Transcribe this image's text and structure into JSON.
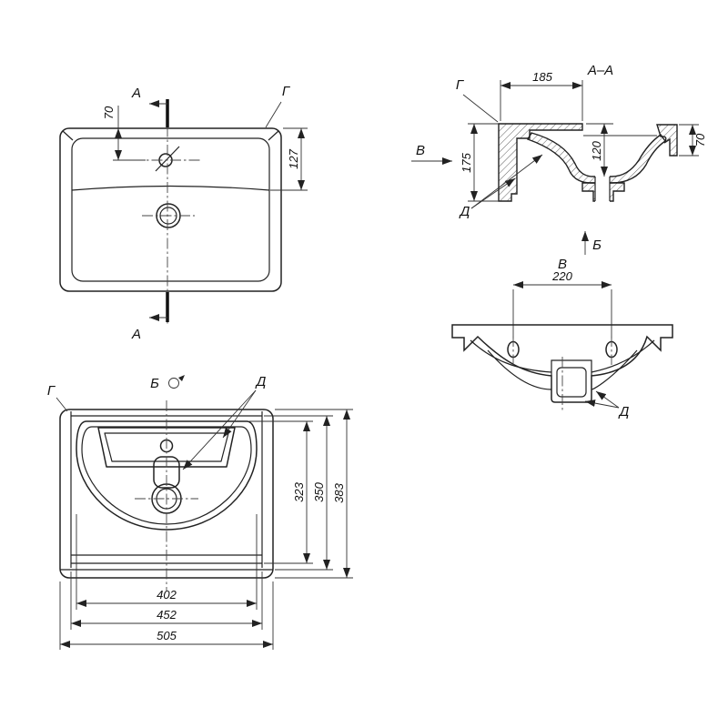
{
  "drawing": {
    "labels": {
      "a": "А",
      "b": "Б",
      "v": "В",
      "g": "Г",
      "d": "Д",
      "section_title": "А–А"
    },
    "dimensions": {
      "plan_hole_offset": "70",
      "plan_basin_depth": "127",
      "section_deck_width": "185",
      "section_height": "175",
      "section_inner_depth": "120",
      "section_front_height": "70",
      "front_hole_spacing": "220",
      "bottom_inner_height": "323",
      "bottom_mid_height": "350",
      "bottom_full_height": "383",
      "bottom_inner_width": "402",
      "bottom_mid_width": "452",
      "bottom_full_width": "505"
    }
  }
}
